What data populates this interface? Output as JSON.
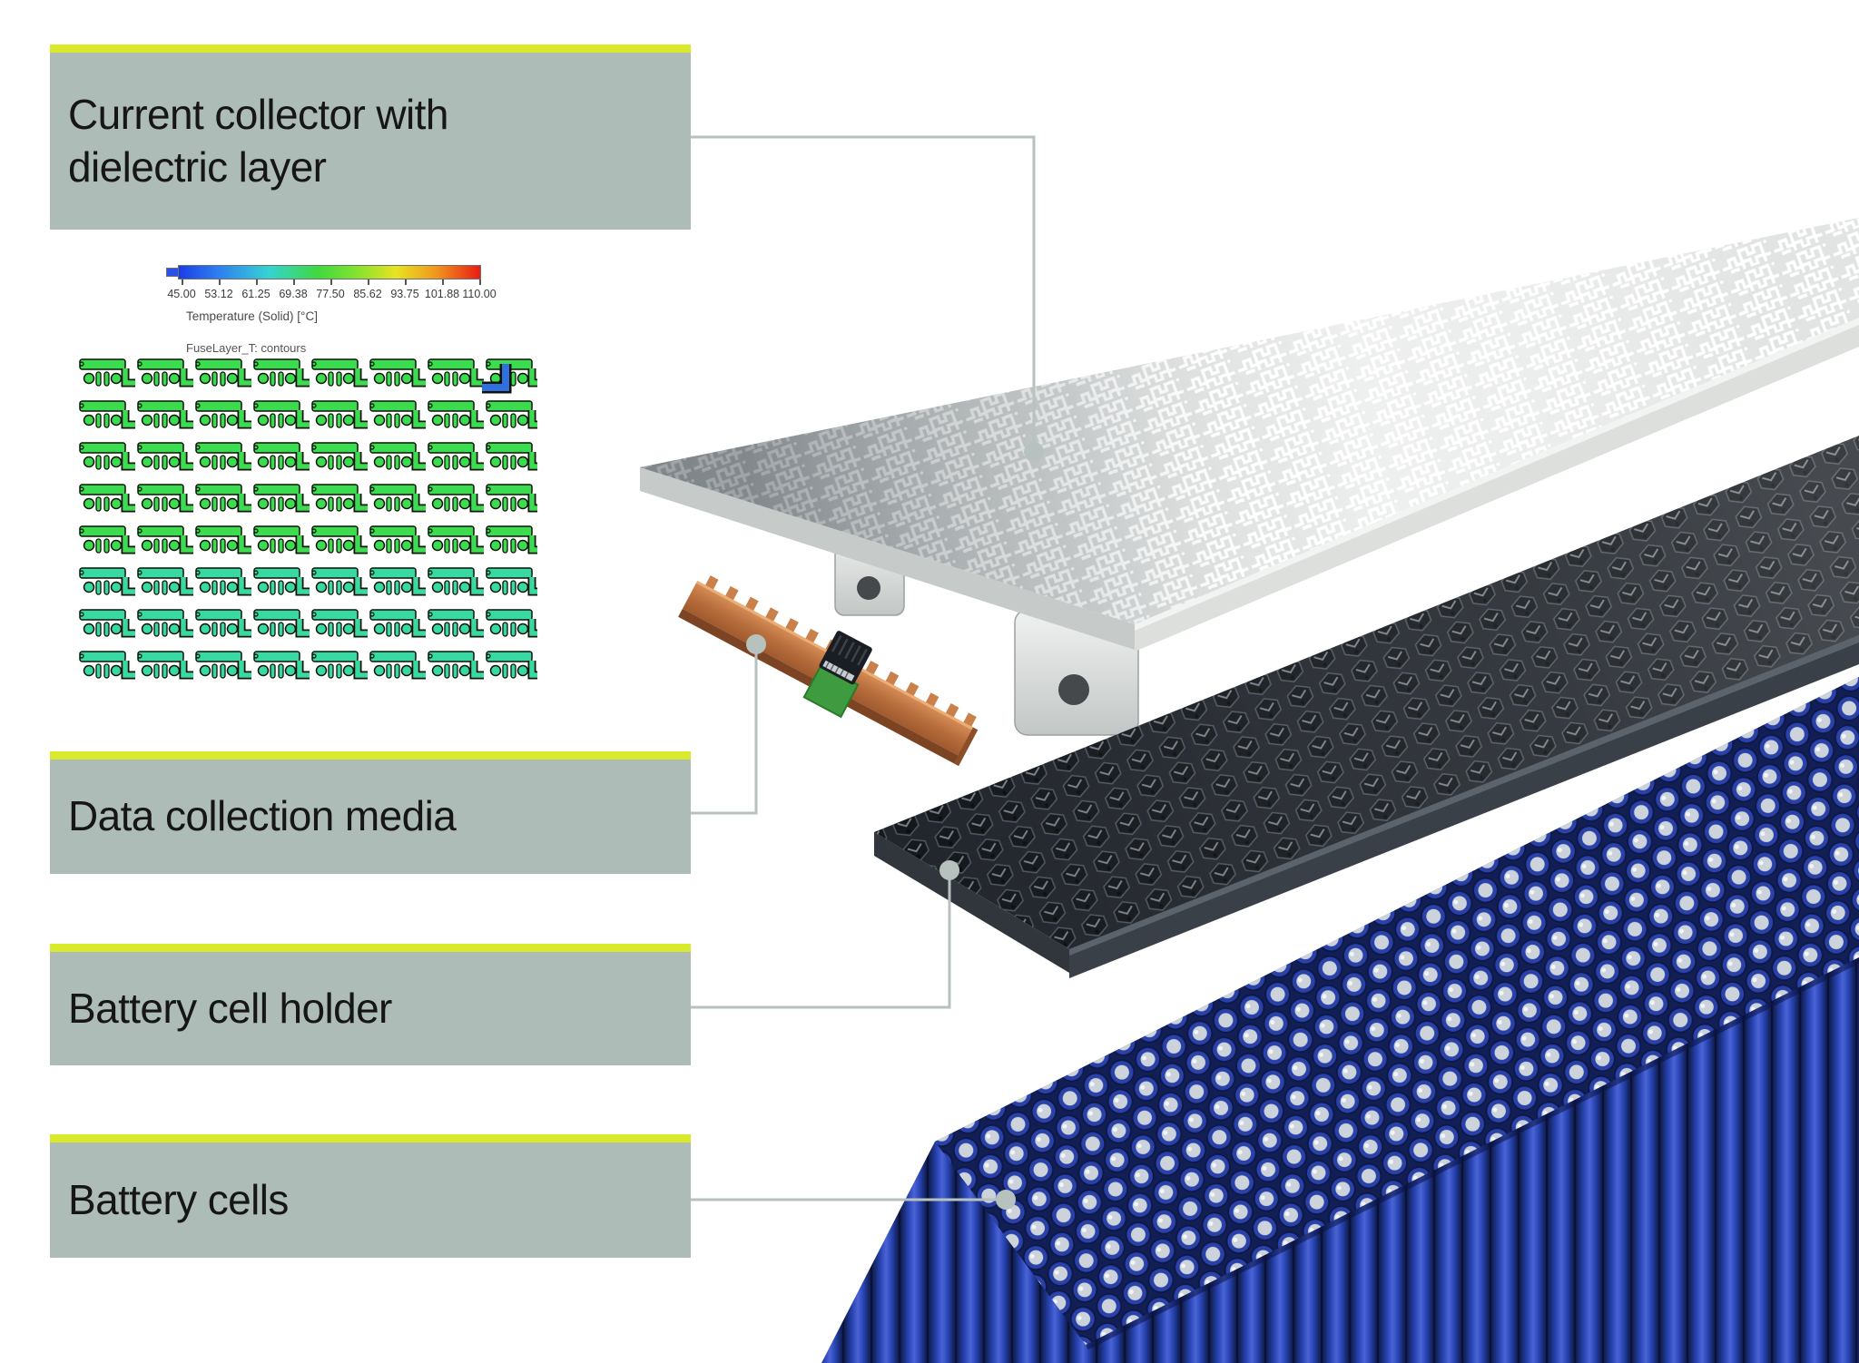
{
  "labels": [
    {
      "line1": "Current collector with",
      "line2": "dielectric layer"
    },
    {
      "line1": "Data collection media"
    },
    {
      "line1": "Battery cell holder"
    },
    {
      "line1": "Battery cells"
    }
  ],
  "legend": {
    "title": "Temperature (Solid) [°C]",
    "subtitle": "FuseLayer_T: contours",
    "ticks": [
      "45.00",
      "53.12",
      "61.25",
      "69.38",
      "77.50",
      "85.62",
      "93.75",
      "101.88",
      "110.00"
    ]
  },
  "colors": {
    "accent_strip": "#d9ea2c",
    "label_background": "#aebcb7",
    "label_text": "#161616",
    "leader_line": "#b7c2bf",
    "metal_plate": "#d9dcda",
    "copper_strip": "#c0784a",
    "holder_dark": "#24282e",
    "cell_blue": "#2a41a8",
    "contour_green": "#3bdc4f",
    "contour_teal": "#38d9a2",
    "page_background": "#ffffff"
  }
}
